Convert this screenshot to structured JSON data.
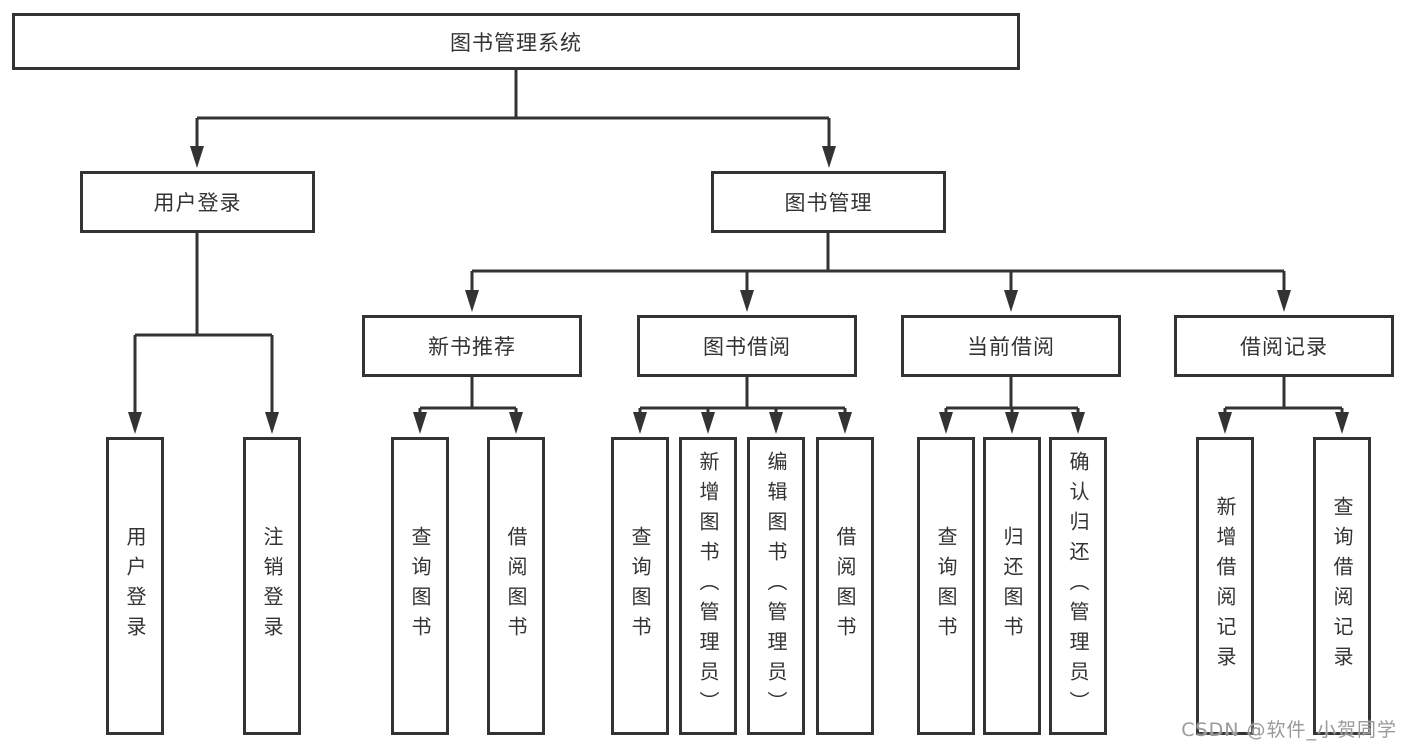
{
  "tree": {
    "root": {
      "label": "图书管理系统"
    },
    "branches": [
      {
        "label": "用户登录",
        "children": [
          {
            "label": "用户登录"
          },
          {
            "label": "注销登录"
          }
        ]
      },
      {
        "label": "图书管理",
        "children": [
          {
            "label": "新书推荐",
            "children": [
              {
                "label": "查询图书"
              },
              {
                "label": "借阅图书"
              }
            ]
          },
          {
            "label": "图书借阅",
            "children": [
              {
                "label": "查询图书"
              },
              {
                "label": "新增图书（管理员）"
              },
              {
                "label": "编辑图书（管理员）"
              },
              {
                "label": "借阅图书"
              }
            ]
          },
          {
            "label": "当前借阅",
            "children": [
              {
                "label": "查询图书"
              },
              {
                "label": "归还图书"
              },
              {
                "label": "确认归还（管理员）"
              }
            ]
          },
          {
            "label": "借阅记录",
            "children": [
              {
                "label": "新增借阅记录"
              },
              {
                "label": "查询借阅记录"
              }
            ]
          }
        ]
      }
    ]
  },
  "style": {
    "line_color": "#333333",
    "box_border_color": "#333333",
    "text_color": "#333333",
    "watermark_color": "#9a9a9a"
  },
  "watermark": {
    "text": "CSDN @软件_小贺同学"
  }
}
